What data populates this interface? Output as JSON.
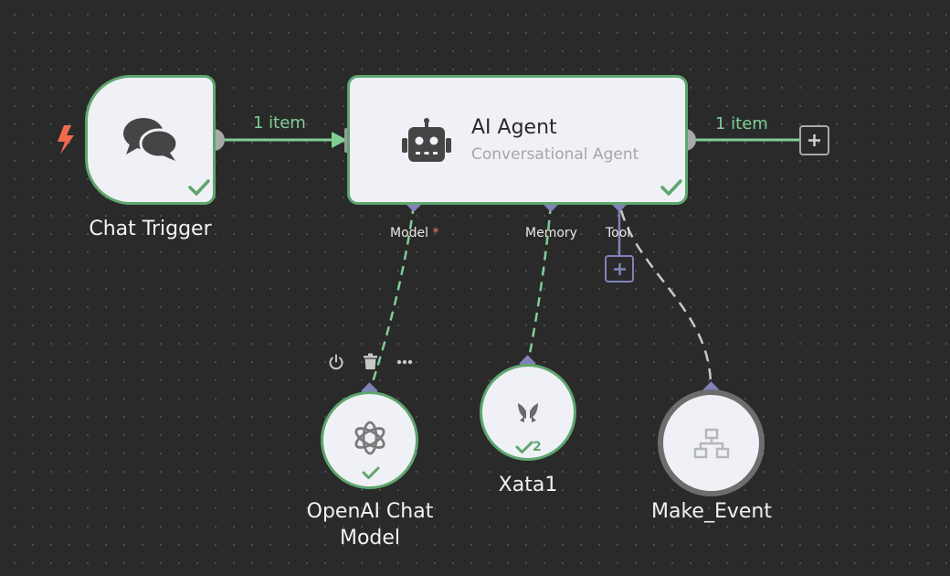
{
  "colors": {
    "canvas_bg": "#2a2a2a",
    "node_bg": "#f0f1f6",
    "success_green": "#5fa56e",
    "edge_green": "#7fcf95",
    "port_purple": "#8083b8",
    "trigger_red": "#f06a4b",
    "required_red": "#f27b6b"
  },
  "nodes": {
    "chat_trigger": {
      "label": "Chat Trigger",
      "icon": "chat-bubbles-icon"
    },
    "ai_agent": {
      "title": "AI Agent",
      "subtitle": "Conversational Agent",
      "icon": "robot-icon"
    },
    "openai": {
      "label_line1": "OpenAI Chat",
      "label_line2": "Model",
      "icon": "openai-icon"
    },
    "xata": {
      "label": "Xata1",
      "icon": "xata-butterfly-icon",
      "run_count": "2"
    },
    "make_event": {
      "label": "Make_Event",
      "icon": "sitemap-icon"
    }
  },
  "edges": {
    "trigger_to_agent": {
      "label": "1 item"
    },
    "agent_output": {
      "label": "1 item"
    }
  },
  "ports": {
    "model": {
      "label": "Model",
      "required_mark": "*"
    },
    "memory": {
      "label": "Memory"
    },
    "tool": {
      "label": "Tool"
    }
  },
  "toolbar": {
    "icons": [
      "power-icon",
      "trash-icon",
      "more-icon"
    ]
  }
}
